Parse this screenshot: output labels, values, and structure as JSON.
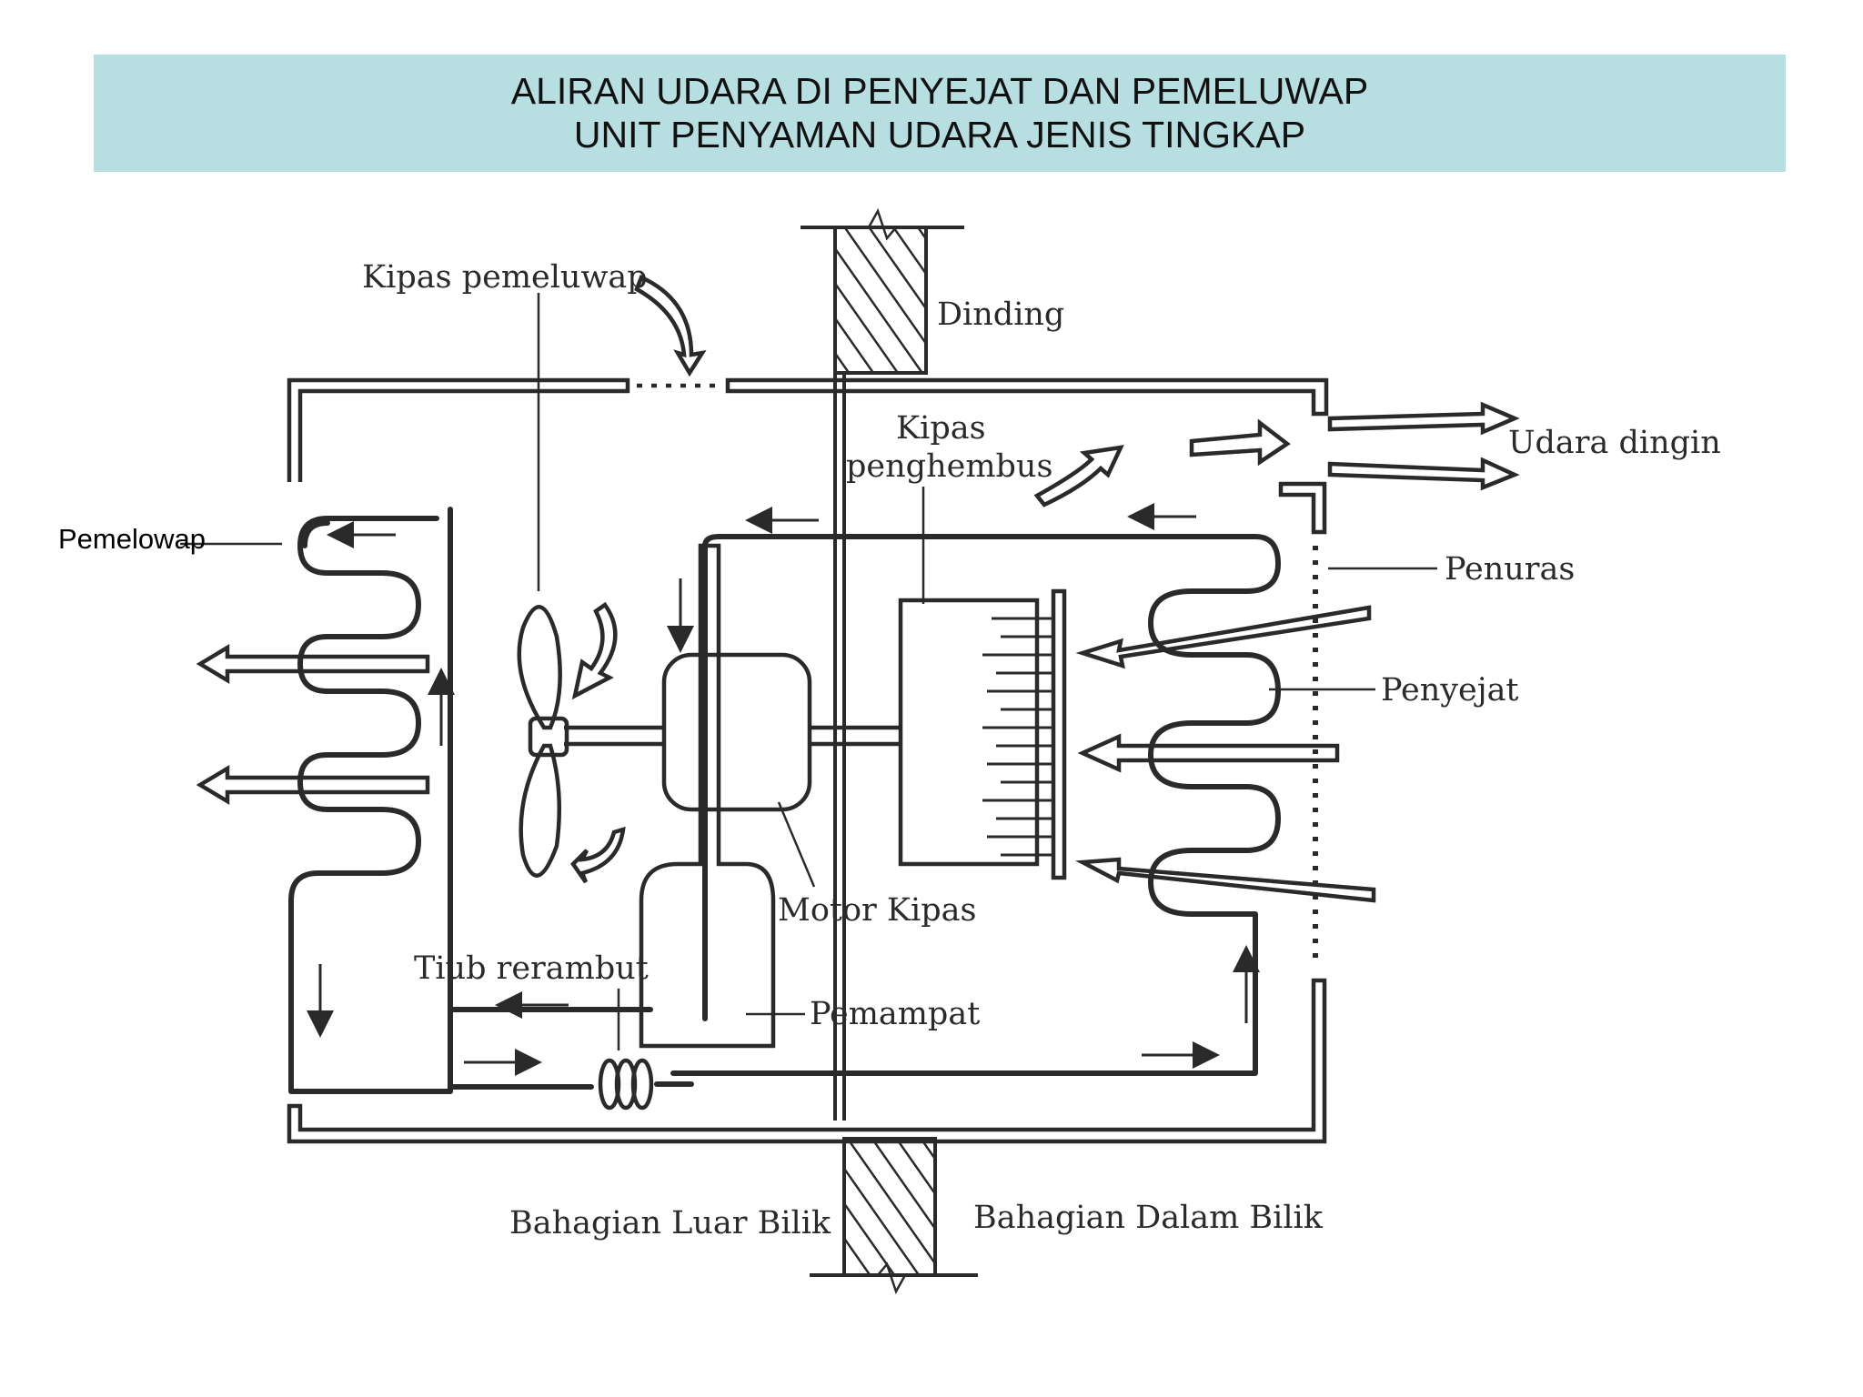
{
  "title": {
    "line1": "ALIRAN UDARA DI PENYEJAT DAN PEMELUWAP",
    "line2": "UNIT PENYAMAN UDARA JENIS TINGKAP"
  },
  "labels": {
    "kipas_pemeluwap": "Kipas pemeluwap",
    "dinding": "Dinding",
    "kipas_penghembus_1": "Kipas",
    "kipas_penghembus_2": "penghembus",
    "udara_dingin": "Udara dingin",
    "pemelowap": "Pemelowap",
    "penuras": "Penuras",
    "penyejat": "Penyejat",
    "motor_kipas": "Motor Kipas",
    "tiub_rerambut": "Tiub rerambut",
    "pemampat": "Pemampat",
    "bahagian_luar": "Bahagian Luar Bilik",
    "bahagian_dalam": "Bahagian Dalam Bilik"
  }
}
